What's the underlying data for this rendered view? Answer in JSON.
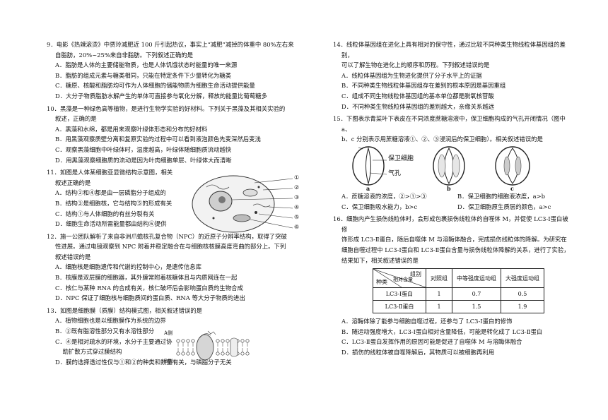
{
  "left": {
    "q9": {
      "stem1": "9．电影《热辣滚烫》中贾玲减肥近 100 斤引起热议，事实上“减肥”减掉的体重中 80%左右来",
      "stem2": "自脂肪，20%~25%来自非脂肪。下列叙述正确的是",
      "A": "A．脂肪是人体的主要储能物质，也是人体饥饿状态时能量的唯一来源",
      "B": "B．脂肪的组成元素与糖类相同，只能在特定条件下少量转化为糖类",
      "C": "C．糖原、核酸和脂肪均可作为人体细胞的储能物质为细胞生命活动提供能量",
      "D": "D．大分子物质脂肪水解产生的单体可直接参与氧化分解，释放的能量比葡萄糖多"
    },
    "q10": {
      "stem1": "10．黑藻是一种绿色高等植物，是进行生物学实验的好材料。下列关于黑藻及其相关实验的",
      "stem2": "叙述，正确的是",
      "A": "A．黑藻和水绵，都是用来观察叶绿体形态和分布的好材料",
      "B": "B．用黑藻观察质壁分离和复原实验的过程中可以看到液泡颜色先变深然后变浅",
      "C": "C．观察黑藻细胞中叶绿体时，温度越高，叶绿体随细胞质流动越快",
      "D": "D．用黑藻观察细胞质的流动是因为叶肉细胞单层、叶绿体大而清晰"
    },
    "q11": {
      "stem1": "11．如图是人体某细胞亚显微结构示意图，相关",
      "stem2": "叙述正确的是",
      "A": "A．结构②和④都是由一层磷脂分子组成的",
      "B": "B．结构③是细胞核，它与结构⑤的形成有关",
      "C": "C．结构①与人体细胞的有丝分裂有关",
      "D": "D．细胞生命活动所需能量都由结构⑥提供",
      "labels": [
        "①",
        "②",
        "③",
        "④",
        "⑤",
        "⑥"
      ]
    },
    "q12": {
      "stem1": "12．施一公团队解析了来自非洲爪蟾核孔复合物（NPC）的近原子分辨率结构，取得了突破",
      "stem2": "性进展。通过电镜观察到 NPC 附着并稳定融合在与细胞核核膜高度弯曲的部分上。下列",
      "stem3": "叙述错误的是",
      "A": "A．细胞核是细胞遗传和代谢的控制中心，是遗传信息库",
      "B": "B．核膜是双层膜的细胞器，其外膜常附着核糖体且与内质网连在一起",
      "C": "C．核仁与某种 RNA 的合成有关，核仁破坏后会影响蛋白质的生物合成",
      "D": "D．NPC 保证了细胞核与细胞质间的蛋白质、RNA 等大分子物质的进出"
    },
    "q13": {
      "stem": "13．如图是细胞膜（质膜）结构模式图，相关叙述错误的是",
      "A": "A．植物细胞也是以细胞膜作为系统的边界",
      "B": "B．②既有脂溶性部分又有水溶性部分",
      "C1": "C．④是相对疏水的环境，水分子主要通过协",
      "C2": "助扩散方式穿过膜结构",
      "D": "D．膜的选择透过性仅与①和②的种类和数量有关，与磷脂分子无关",
      "side_a": "A侧",
      "side_b": "B侧"
    }
  },
  "right": {
    "q14": {
      "stem1": "14．线粒体基因组在进化上具有相对的保守性，通过比较不同种类生物线粒体基因组的差别，",
      "stem2": "可以了解生物在进化上的顺序和历程。下列叙述错误的是",
      "A": "A．线粒体基因组为生物进化提供了分子水平上的证据",
      "B": "B．不同种类生物线粒体基因组存在差别的根本原因是基因重组",
      "C": "C．组成不同生物线粒体基因组的基本单位都是脱氧核苷酸",
      "D": "D．不同种类生物线粒体基因组的差别越大，亲缘关系越远"
    },
    "q15": {
      "stem1": "15．下图表示青菜叶下表皮在不同浓度蔗糖溶液中，保卫细胞构成的气孔开闭情况（图中 a、",
      "stem2": "b、c 分别表示用蔗糖溶液①、②、③浸润后的保卫细胞）。相关叙述错误的是",
      "label_guard": "保卫细胞",
      "label_stoma": "气孔",
      "fig_labels": [
        "a",
        "b",
        "c"
      ],
      "A": "A．蔗糖溶液的浓度，②>①>③",
      "B": "B．保卫细胞的细胞液浓度，a>b",
      "C": "C．保卫细胞吸水能力，b>c",
      "D": "D．保卫细胞原生质层的颜色，a>c"
    },
    "q16": {
      "stem1": "16．细胞内产生损伤线粒体时，会形成包裹损伤线粒体的自噬体 M，并促使 LC3-Ⅰ蛋白被修",
      "stem2": "饰形成 LC3-Ⅱ蛋白，随后自噬体 M 与溶酶体融合，完成损伤线粒体的降解。为研究在",
      "stem3": "细胞自噬过程中 LC3-Ⅰ蛋白和 LC3-Ⅱ蛋白含量与损伤线粒体降解的关系，进行了实验，",
      "stem4": "结果如下，相关叙述错误的是",
      "table": {
        "hdr_group": "组别",
        "hdr_amount": "相对含量",
        "hdr_kind": "种类",
        "cols": [
          "对照组",
          "中等强度运动组",
          "大强度运动组"
        ],
        "rows": [
          {
            "name": "LC3-Ⅰ蛋白",
            "values": [
              "1",
              "0.7",
              "0.5"
            ]
          },
          {
            "name": "LC3-Ⅱ蛋白",
            "values": [
              "1",
              "1.5",
              "1.9"
            ]
          }
        ]
      },
      "A": "A．溶酶体除了能参与细胞自噬过程，还参与了 LC3-Ⅰ蛋白的修饰",
      "B": "B．随运动强度增大，LC3-Ⅰ蛋白相对含量降低，可能是转化成了 LC3-Ⅱ蛋白",
      "C": "C．LC3-Ⅱ蛋白发挥作用的原因可能是促进了自噬体 M 与溶酶体融合",
      "D": "D．损伤的线粒体被自噬降解后，其物质可以被细胞再利用"
    }
  }
}
